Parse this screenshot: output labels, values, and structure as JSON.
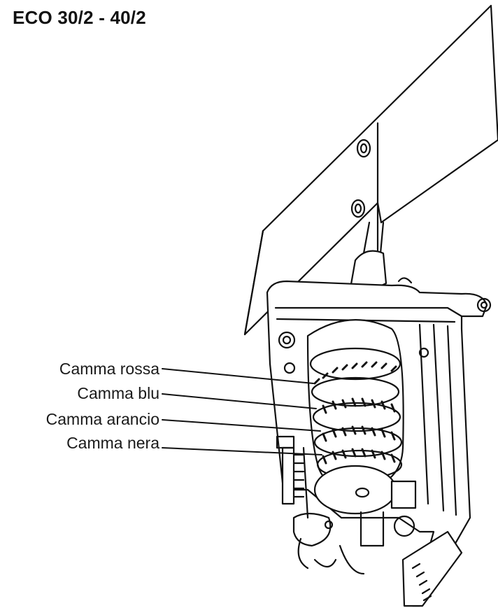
{
  "title": "ECO 30/2 - 40/2",
  "labels": {
    "red_cam": "Camma rossa",
    "blue_cam": "Camma blu",
    "orange_cam": "Camma arancio",
    "black_cam": "Camma nera"
  },
  "colors": {
    "ink": "#111111",
    "background": "#ffffff"
  }
}
